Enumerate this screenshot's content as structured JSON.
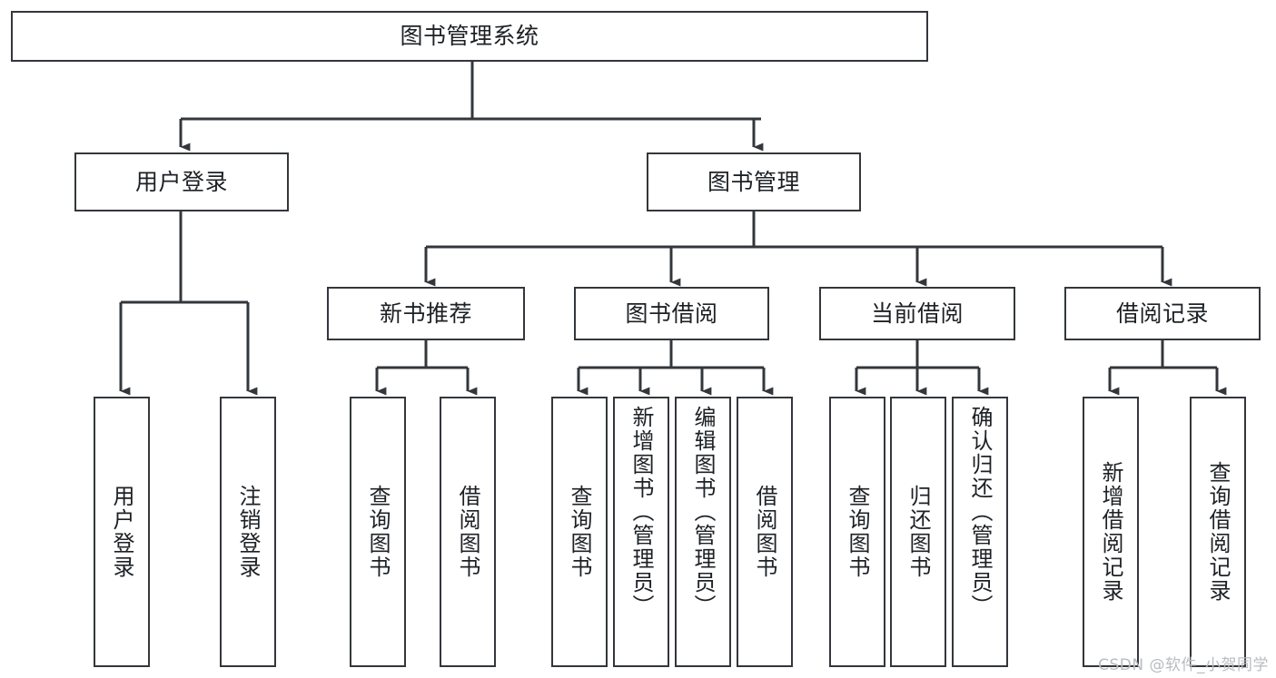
{
  "diagram": {
    "title": "图书管理系统",
    "type": "function-structure-tree",
    "colors": {
      "stroke": "#33373b",
      "fill": "#ffffff",
      "text": "#1d2125",
      "watermark": "#b9bcc0"
    },
    "root": {
      "id": "root",
      "label": "图书管理系统"
    },
    "level1": [
      {
        "id": "user-login",
        "label": "用户登录"
      },
      {
        "id": "book-manage",
        "label": "图书管理"
      }
    ],
    "level2": [
      {
        "id": "new-book-rec",
        "label": "新书推荐",
        "parent": "book-manage"
      },
      {
        "id": "book-borrow",
        "label": "图书借阅",
        "parent": "book-manage"
      },
      {
        "id": "current-borrow",
        "label": "当前借阅",
        "parent": "book-manage"
      },
      {
        "id": "borrow-record",
        "label": "借阅记录",
        "parent": "book-manage"
      }
    ],
    "leaves": [
      {
        "id": "leaf-user-login",
        "label": "用户登录",
        "parent": "user-login"
      },
      {
        "id": "leaf-logout",
        "label": "注销登录",
        "parent": "user-login"
      },
      {
        "id": "leaf-query-book-1",
        "label": "查询图书",
        "parent": "new-book-rec"
      },
      {
        "id": "leaf-borrow-book-1",
        "label": "借阅图书",
        "parent": "new-book-rec"
      },
      {
        "id": "leaf-query-book-2",
        "label": "查询图书",
        "parent": "book-borrow"
      },
      {
        "id": "leaf-add-book",
        "label": "新增图书（管理员）",
        "parent": "book-borrow"
      },
      {
        "id": "leaf-edit-book",
        "label": "编辑图书（管理员）",
        "parent": "book-borrow"
      },
      {
        "id": "leaf-borrow-book-2",
        "label": "借阅图书",
        "parent": "book-borrow"
      },
      {
        "id": "leaf-query-book-3",
        "label": "查询图书",
        "parent": "current-borrow"
      },
      {
        "id": "leaf-return-book",
        "label": "归还图书",
        "parent": "current-borrow"
      },
      {
        "id": "leaf-confirm-return",
        "label": "确认归还（管理员）",
        "parent": "current-borrow"
      },
      {
        "id": "leaf-add-record",
        "label": "新增借阅记录",
        "parent": "borrow-record"
      },
      {
        "id": "leaf-query-record",
        "label": "查询借阅记录",
        "parent": "borrow-record"
      }
    ],
    "watermark": "CSDN @软件_小贺同学"
  }
}
